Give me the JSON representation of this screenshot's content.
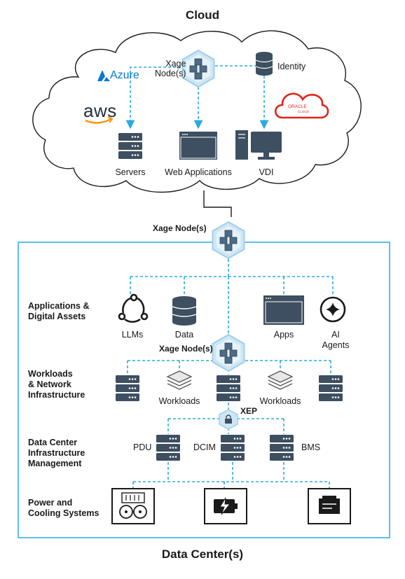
{
  "titles": {
    "cloud": "Cloud",
    "datacenter": "Data Center(s)"
  },
  "cloud": {
    "xage_node": "Xage\nNode(s)",
    "azure": "Azure",
    "aws": "aws",
    "oracle": "ORACLE",
    "oracle_sub": "CLOUD",
    "identity": "Identity",
    "servers": "Servers",
    "web_apps": "Web Applications",
    "vdi": "VDI"
  },
  "dc": {
    "xage_node_top": "Xage Node(s)",
    "xage_node_mid": "Xage Node(s)",
    "xep": "XEP",
    "rows": {
      "apps": "Applications &\nDigital Assets",
      "workloads": "Workloads\n& Network\nInfrastructure",
      "dcim": "Data Center\nInfrastructure\nManagement",
      "power": "Power and\nCooling Systems"
    },
    "apps_items": {
      "llms": "LLMs",
      "data": "Data",
      "apps": "Apps",
      "ai_agents": "AI\nAgents"
    },
    "workload_items": {
      "w1": "Workloads",
      "w2": "Workloads"
    },
    "dcim_items": {
      "pdu": "PDU",
      "dcim": "DCIM",
      "bms": "BMS"
    }
  },
  "colors": {
    "dashed": "#29abe2",
    "icon_dark": "#3d4f60",
    "hex_fill": "#cfe6f3",
    "hex_stroke": "#7fbde0"
  }
}
